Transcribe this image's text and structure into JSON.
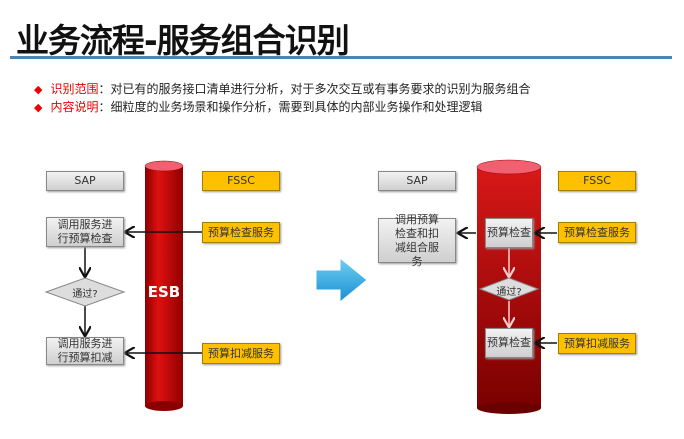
{
  "title": "业务流程-服务组合识别",
  "bullets": [
    {
      "label": "识别范围",
      "text": "：对已有的服务接口清单进行分析，对于多次交互或有事务要求的识别为服务组合"
    },
    {
      "label": "内容说明",
      "text": "：细粒度的业务场景和操作分析，需要到具体的内部业务操作和处理逻辑"
    }
  ],
  "left": {
    "sap": "SAP",
    "fssc": "FSSC",
    "esb": "ESB",
    "step1": "调用服务进行预算检查",
    "decision": "通过?",
    "step2": "调用服务进行预算扣减",
    "svc1": "预算检查服务",
    "svc2": "预算扣减服务"
  },
  "right": {
    "sap": "SAP",
    "fssc": "FSSC",
    "composite": "调用预算检查和扣减组合服务",
    "inner1": "预算检查",
    "decision": "通过?",
    "inner2": "预算检查",
    "svc1": "预算检查服务",
    "svc2": "预算扣减服务"
  }
}
